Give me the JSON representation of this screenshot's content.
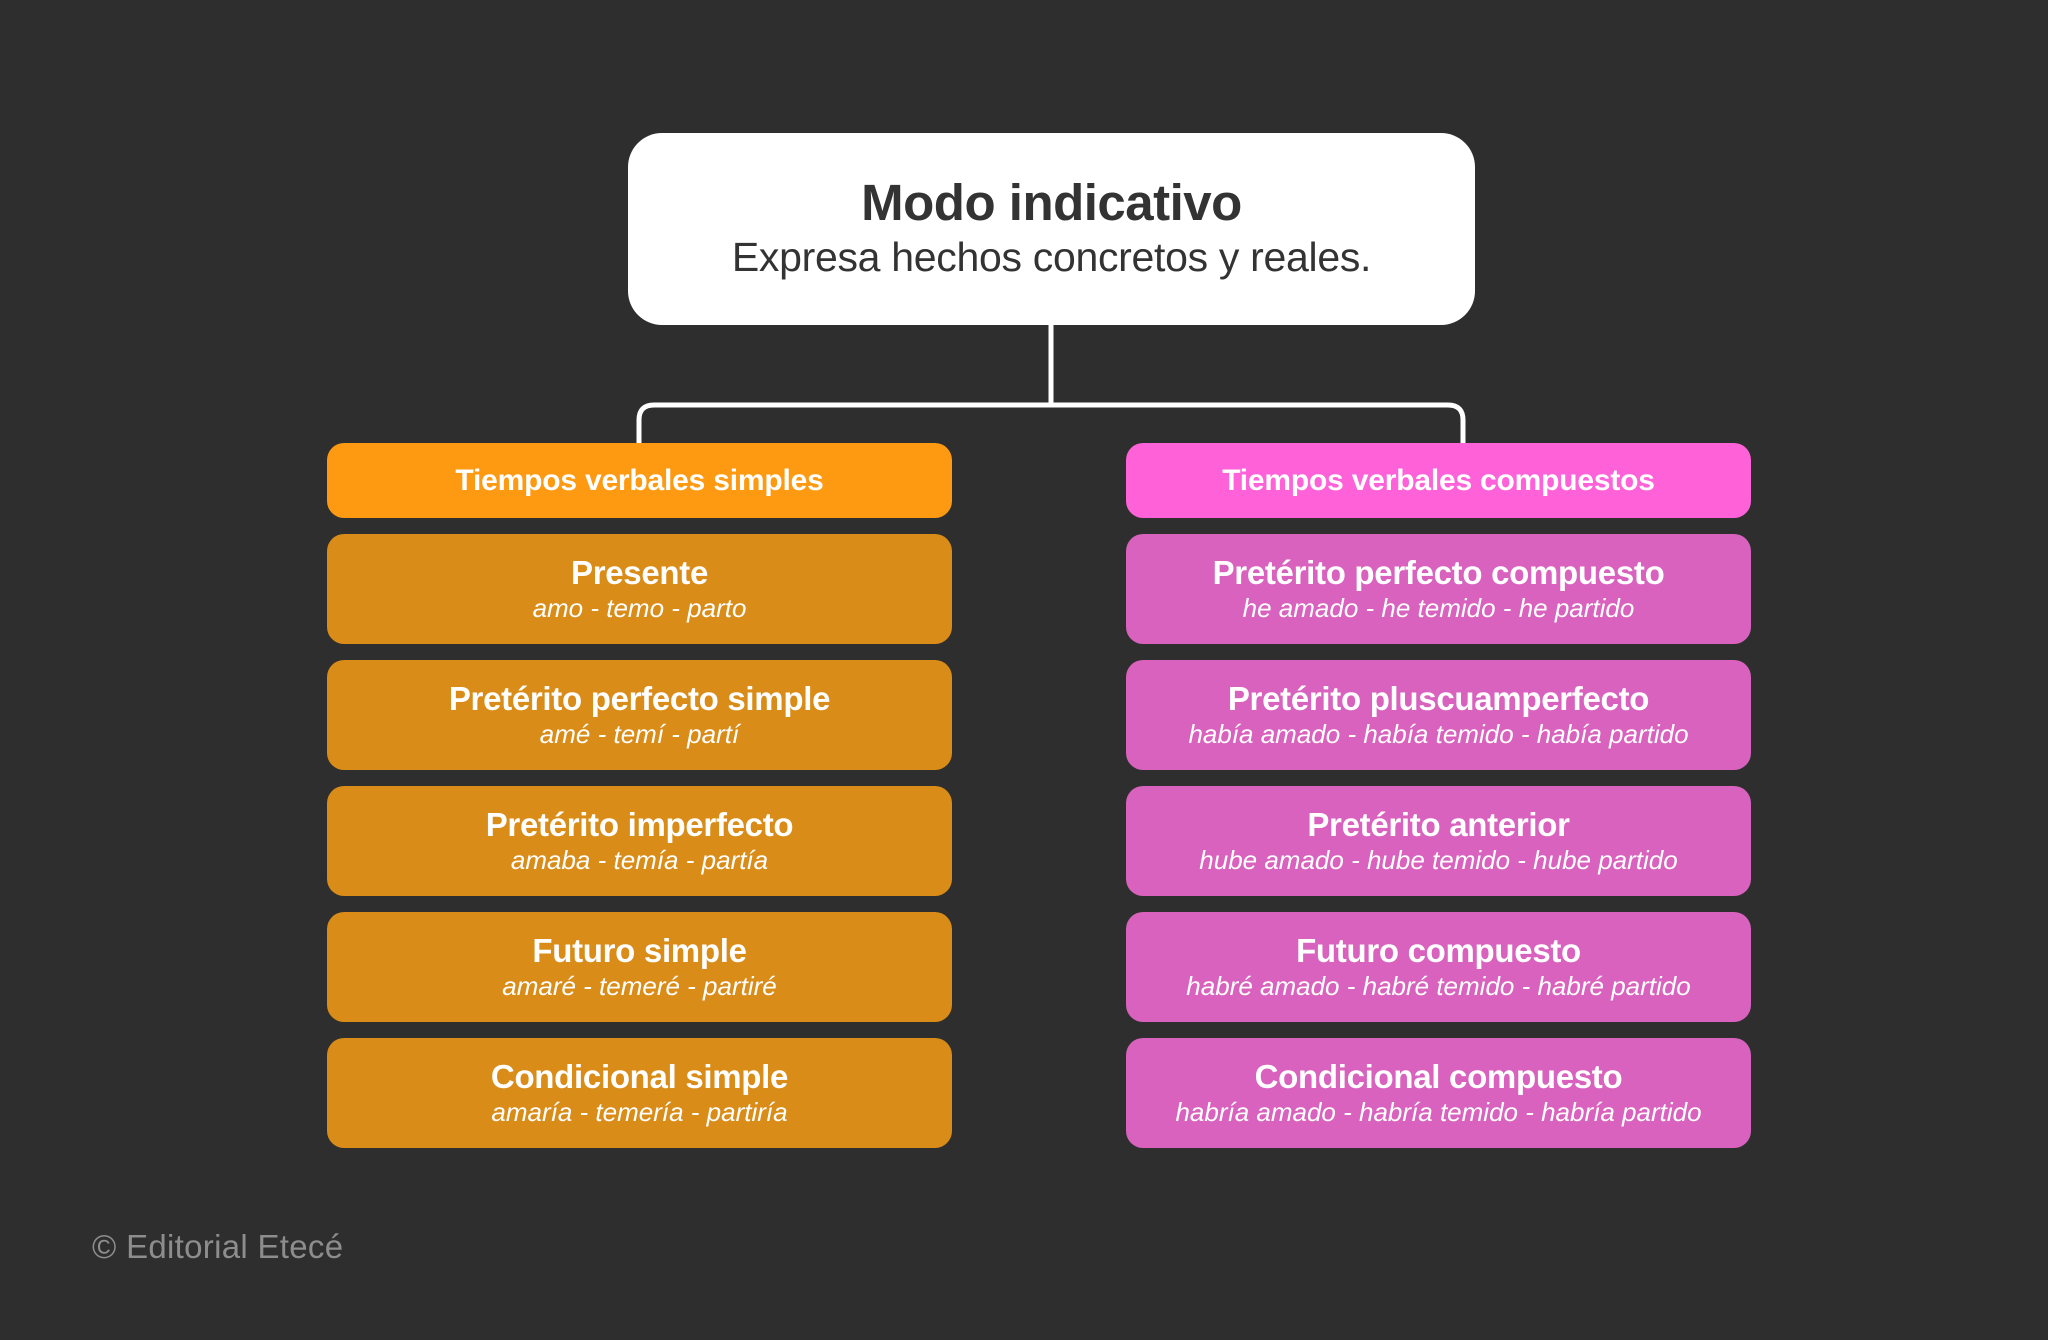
{
  "background_color": "#2e2e2e",
  "root": {
    "title": "Modo indicativo",
    "subtitle": "Expresa hechos concretos y reales.",
    "background_color": "#ffffff",
    "text_color": "#333333"
  },
  "columns": [
    {
      "header": "Tiempos verbales simples",
      "header_color": "#fd9a11",
      "card_color": "#d98c17",
      "cards": [
        {
          "title": "Presente",
          "examples": "amo - temo - parto"
        },
        {
          "title": "Pretérito perfecto simple",
          "examples": "amé - temí - partí"
        },
        {
          "title": "Pretérito imperfecto",
          "examples": "amaba - temía - partía"
        },
        {
          "title": "Futuro simple",
          "examples": "amaré - temeré - partiré"
        },
        {
          "title": "Condicional simple",
          "examples": "amaría - temería - partiría"
        }
      ]
    },
    {
      "header": "Tiempos verbales compuestos",
      "header_color": "#ff62d8",
      "card_color": "#d862be",
      "cards": [
        {
          "title": "Pretérito perfecto compuesto",
          "examples": "he amado - he temido - he partido"
        },
        {
          "title": "Pretérito pluscuamperfecto",
          "examples": "había amado - había temido - había partido"
        },
        {
          "title": "Pretérito anterior",
          "examples": "hube amado - hube temido - hube partido"
        },
        {
          "title": "Futuro compuesto",
          "examples": "habré amado - habré temido - habré partido"
        },
        {
          "title": "Condicional compuesto",
          "examples": "habría amado - habría temido - habría partido"
        }
      ]
    }
  ],
  "connector": {
    "color": "#ffffff"
  },
  "credit": "© Editorial Etecé"
}
